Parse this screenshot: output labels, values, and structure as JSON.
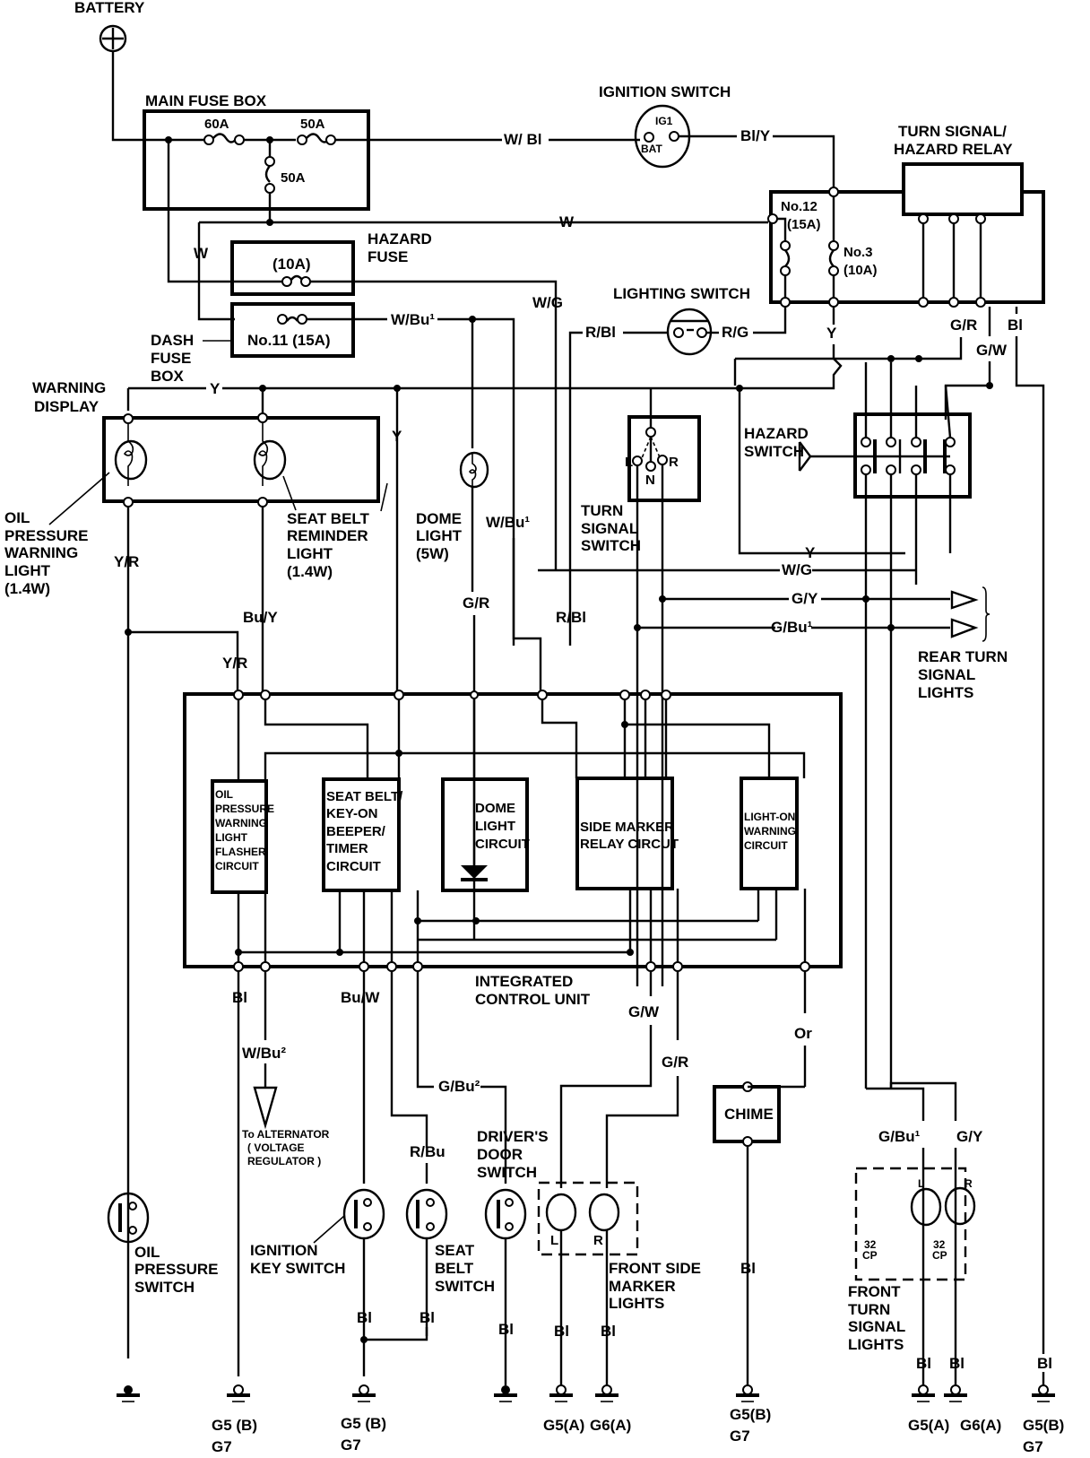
{
  "diagram": {
    "title": "Integrated Control Unit Wiring",
    "components": {
      "battery": "BATTERY",
      "main_fuse_box": "MAIN FUSE BOX",
      "fuse_60a": "60A",
      "fuse_50a_a": "50A",
      "fuse_50a_b": "50A",
      "ignition_switch": "IGNITION SWITCH",
      "ig1": "IG1",
      "bat": "BAT",
      "turn_signal_relay_1": "TURN SIGNAL/",
      "turn_signal_relay_2": "HAZARD RELAY",
      "fuse_no12_1": "No.12",
      "fuse_no12_2": "(15A)",
      "fuse_no3_1": "No.3",
      "fuse_no3_2": "(10A)",
      "hazard_fuse_value": "(10A)",
      "hazard_fuse_1": "HAZARD",
      "hazard_fuse_2": "FUSE",
      "fuse_no11": "No.11 (15A)",
      "dash_fuse_1": "DASH",
      "dash_fuse_2": "FUSE",
      "dash_fuse_3": "BOX",
      "lighting_switch": "LIGHTING SWITCH",
      "warning_display_1": "WARNING",
      "warning_display_2": "DISPLAY",
      "oil_light": [
        "OIL",
        "PRESSURE",
        "WARNING",
        "LIGHT",
        "(1.4W)"
      ],
      "seat_belt_light": [
        "SEAT BELT",
        "REMINDER",
        "LIGHT",
        "(1.4W)"
      ],
      "dome_light": [
        "DOME",
        "LIGHT",
        "(5W)"
      ],
      "turn_signal_switch": [
        "TURN",
        "SIGNAL",
        "SWITCH"
      ],
      "ts_l": "L",
      "ts_n": "N",
      "ts_r": "R",
      "hazard_switch": [
        "HAZARD",
        "SWITCH"
      ],
      "rear_turn": [
        "REAR TURN",
        "SIGNAL",
        "LIGHTS"
      ],
      "icu_blocks": {
        "oil": [
          "OIL",
          "PRESSURE",
          "WARNING",
          "LIGHT",
          "FLASHER",
          "CIRCUIT"
        ],
        "seatbelt": [
          "SEAT BELT/",
          "KEY-ON",
          "BEEPER/",
          "TIMER",
          "CIRCUIT"
        ],
        "dome": [
          "DOME",
          "LIGHT",
          "CIRCUIT"
        ],
        "side_marker": [
          "SIDE MARKER",
          "RELAY CIRCUT"
        ],
        "light_on": [
          "LIGHT-ON",
          "WARNING",
          "CIRCUIT"
        ]
      },
      "icu": [
        "INTEGRATED",
        "CONTROL UNIT"
      ],
      "alternator": [
        "To ALTERNATOR",
        "( VOLTAGE",
        "REGULATOR )"
      ],
      "oil_switch": [
        "OIL",
        "PRESSURE",
        "SWITCH"
      ],
      "ign_key_switch": [
        "IGNITION",
        "KEY SWITCH"
      ],
      "seat_belt_switch": [
        "SEAT",
        "BELT",
        "SWITCH"
      ],
      "door_switch": [
        "DRIVER'S",
        "DOOR",
        "SWITCH"
      ],
      "front_side_marker": [
        "FRONT SIDE",
        "MARKER",
        "LIGHTS"
      ],
      "chime": "CHIME",
      "front_turn": [
        "FRONT",
        "TURN",
        "SIGNAL",
        "LIGHTS"
      ],
      "cp_l": [
        "32",
        "CP"
      ],
      "cp_r": [
        "32",
        "CP"
      ],
      "lamp_l": "L",
      "lamp_r": "R"
    },
    "wires": {
      "w_bl": "W/ Bl",
      "bl_y": "Bl/Y",
      "w": "W",
      "w2": "W",
      "w_g": "W/G",
      "w_bu1": "W/Bu¹",
      "w_bu1_b": "W/Bu¹",
      "r_bl": "R/Bl",
      "r_g": "R/G",
      "y_top": "Y",
      "y_a": "Y",
      "y_b": "Y",
      "y_c": "Y",
      "g_r_relay": "G/R",
      "g_w_relay": "G/W",
      "bl_relay": "Bl",
      "y_r": "Y/R",
      "y_r2": "Y/R",
      "bu_y": "Bu/Y",
      "g_r": "G/R",
      "r_bl2": "R/Bl",
      "w_g2": "W/G",
      "g_y": "G/Y",
      "g_bu1": "G/Bu¹",
      "bl_icu": "Bl",
      "bu_w": "Bu/W",
      "w_bu2": "W/Bu²",
      "g_bu2": "G/Bu²",
      "r_bu": "R/Bu",
      "g_w": "G/W",
      "g_r2": "G/R",
      "or": "Or",
      "g_bu1_b": "G/Bu¹",
      "g_y_b": "G/Y",
      "bl": "Bl"
    },
    "grounds": {
      "g5b_g7": [
        "G5 (B)",
        "G7"
      ],
      "g5b_g7_b": [
        "G5 (B)",
        "G7"
      ],
      "g5a": "G5(A)",
      "g6a": "G6(A)",
      "g5b_g7_c": [
        "G5(B)",
        "G7"
      ],
      "g5a_b": "G5(A)",
      "g6a_b": "G6(A)",
      "g5b_g7_d": [
        "G5(B)",
        "G7"
      ]
    }
  }
}
